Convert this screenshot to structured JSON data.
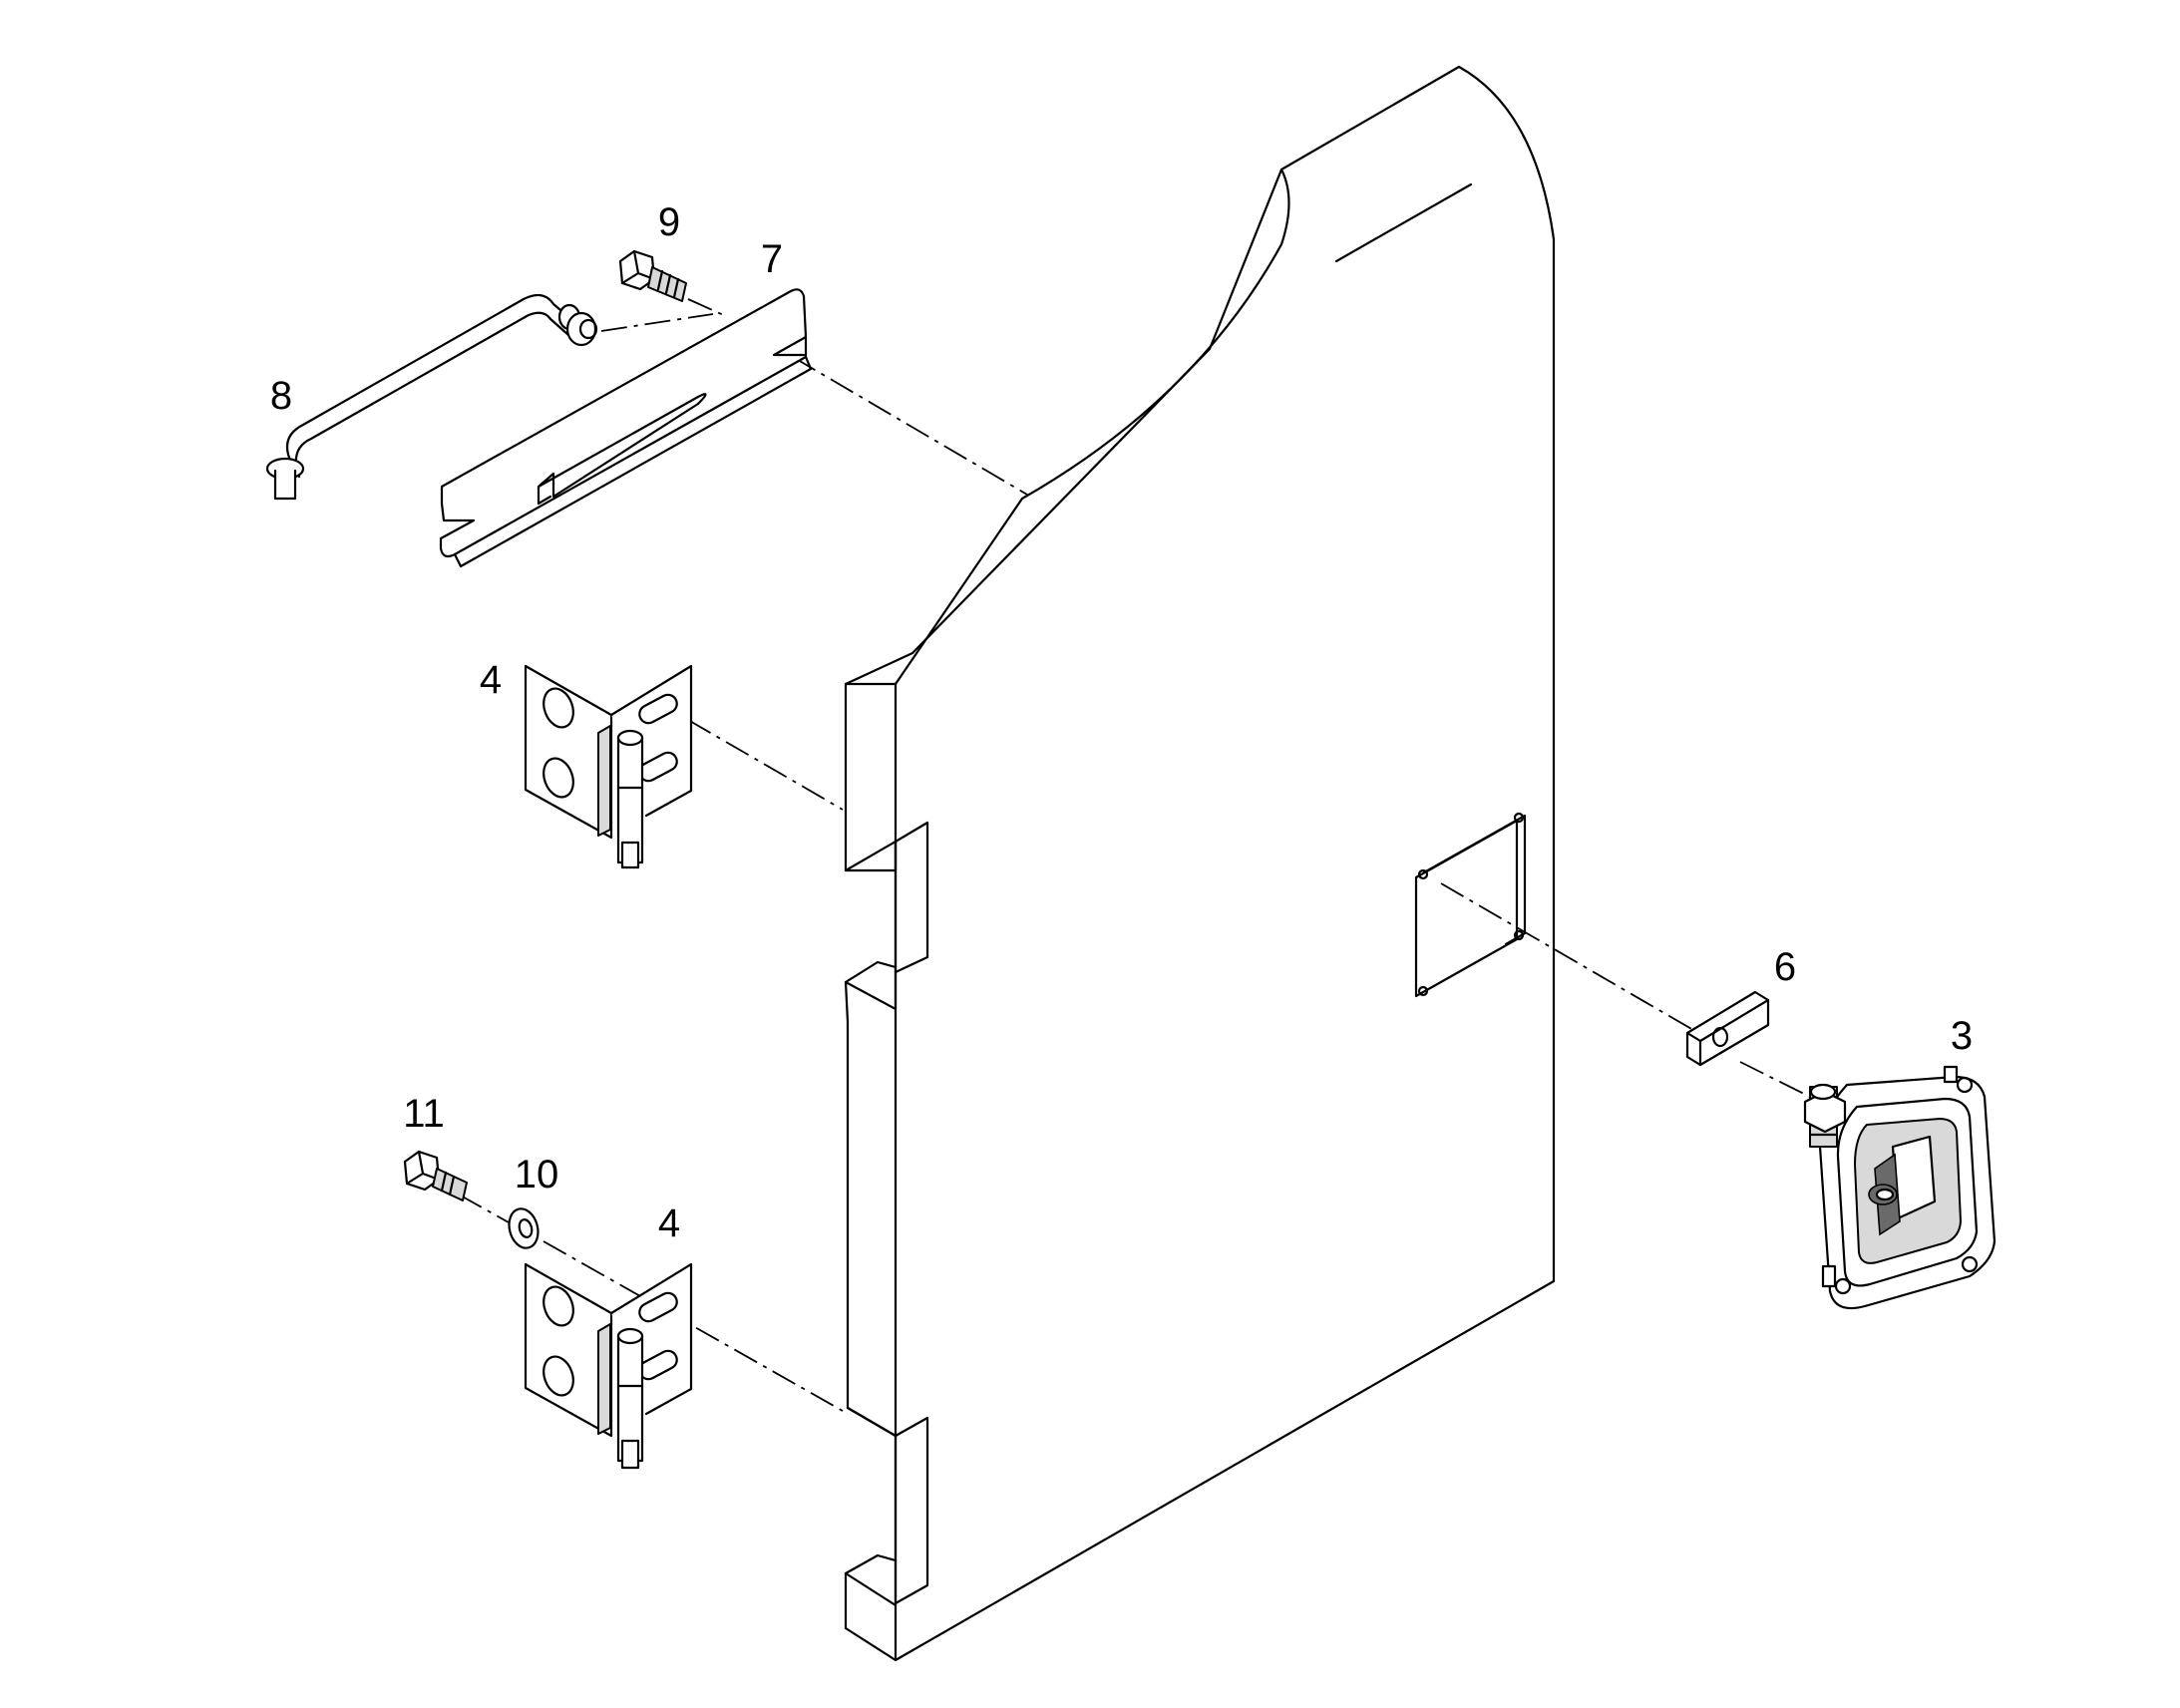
{
  "colors": {
    "line": "#000000",
    "background": "#ffffff",
    "shade": "#d9d9d9"
  },
  "parts": {
    "p3": {
      "label": "3"
    },
    "p4a": {
      "label": "4"
    },
    "p4b": {
      "label": "4"
    },
    "p6": {
      "label": "6"
    },
    "p7": {
      "label": "7"
    },
    "p8": {
      "label": "8"
    },
    "p9": {
      "label": "9"
    },
    "p10": {
      "label": "10"
    },
    "p11": {
      "label": "11"
    }
  }
}
